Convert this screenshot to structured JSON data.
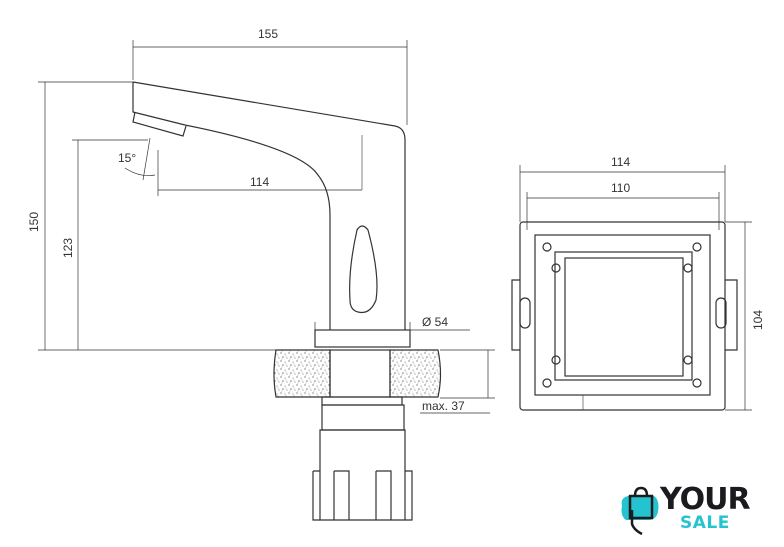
{
  "dimensions": {
    "spout_length": "155",
    "total_height": "150",
    "spout_height": "123",
    "spout_angle": "15°",
    "spout_reach": "114",
    "base_diameter": "Ø 54",
    "max_counter_thickness": "max. 37",
    "box_outer_width": "114",
    "box_inner_width": "110",
    "box_height": "104"
  },
  "logo": {
    "line1": "YOUR",
    "line2": "SALE",
    "accent": "#25c3cf",
    "dark": "#1b1b1f"
  }
}
